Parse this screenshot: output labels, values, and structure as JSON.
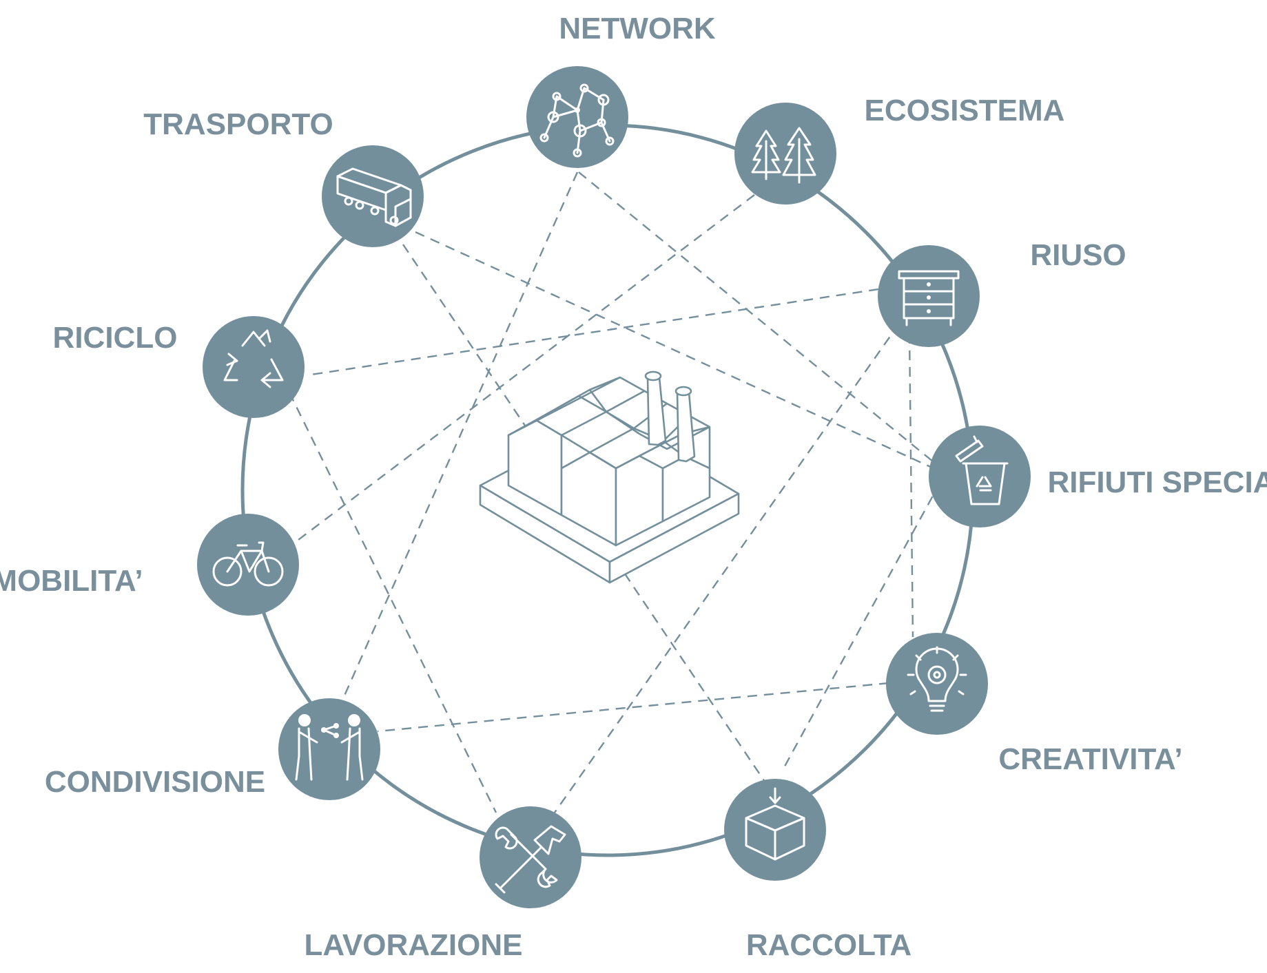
{
  "nodes": [
    {
      "id": "network",
      "label": "NETWORK",
      "icon": "network-icon"
    },
    {
      "id": "ecosistema",
      "label": "ECOSISTEMA",
      "icon": "trees-icon"
    },
    {
      "id": "riuso",
      "label": "RIUSO",
      "icon": "dresser-icon"
    },
    {
      "id": "rifiuti",
      "label": "RIFIUTI SPECIALI",
      "icon": "recycle-bin-icon"
    },
    {
      "id": "creativita",
      "label": "CREATIVITA’",
      "icon": "lightbulb-gear-icon"
    },
    {
      "id": "raccolta",
      "label": "RACCOLTA",
      "icon": "box-icon"
    },
    {
      "id": "lavorazione",
      "label": "LAVORAZIONE",
      "icon": "tools-icon"
    },
    {
      "id": "condivisione",
      "label": "CONDIVISIONE",
      "icon": "people-sharing-icon"
    },
    {
      "id": "mobilita",
      "label": "MOBILITA’",
      "icon": "bicycle-icon"
    },
    {
      "id": "riciclo",
      "label": "RICICLO",
      "icon": "recycle-icon"
    },
    {
      "id": "trasporto",
      "label": "TRASPORTO",
      "icon": "truck-icon"
    }
  ],
  "center_icon": "factory-icon",
  "colors": {
    "accent": "#748f9c",
    "label": "#7a8f9c",
    "background": "#ffffff"
  }
}
